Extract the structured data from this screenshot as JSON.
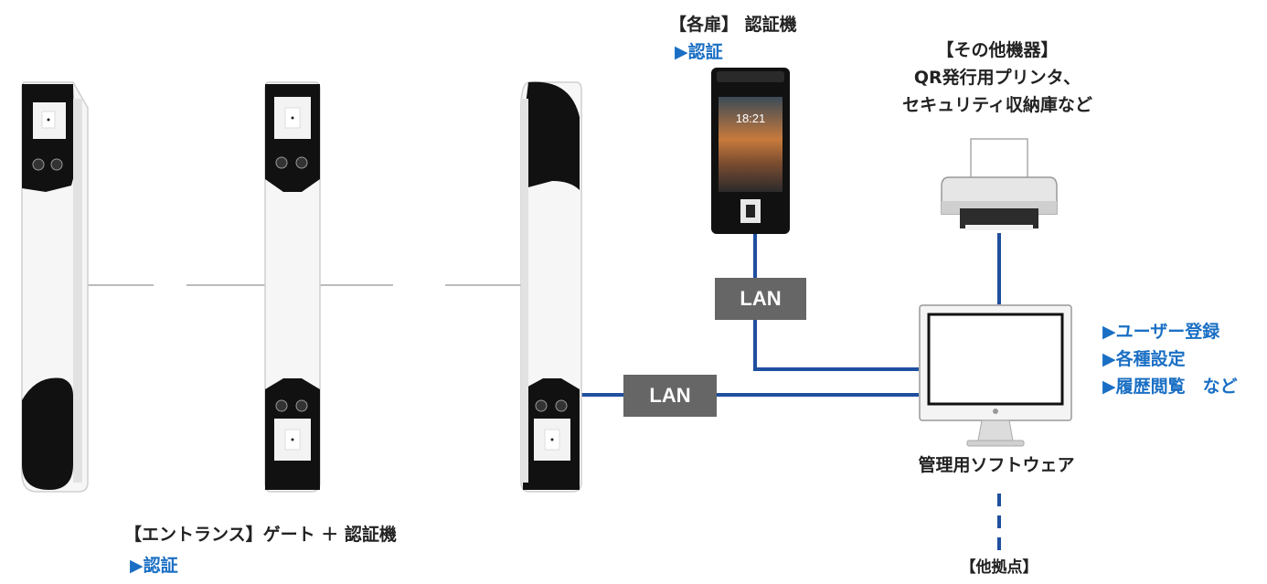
{
  "labels": {
    "door_title": "【各扉】 認証機",
    "door_auth": "▶認証",
    "other_title": "【その他機器】",
    "other_line1": "QR発行用プリンタ、",
    "other_line2": "セキュリティ収納庫など",
    "software_title": "管理用ソフトウェア",
    "feature1": "▶ユーザー登録",
    "feature2": "▶各種設定",
    "feature3": "▶履歴閲覧　など",
    "entrance_title": "【エントランス】ゲート ＋ 認証機",
    "entrance_auth": "▶認証",
    "other_site": "【他拠点】",
    "lan1": "LAN",
    "lan2": "LAN",
    "terminal_time": "18:21"
  },
  "colors": {
    "line_blue": "#1f4f9e",
    "label_blue": "#1a6fc4",
    "lan_box": "#666666"
  }
}
